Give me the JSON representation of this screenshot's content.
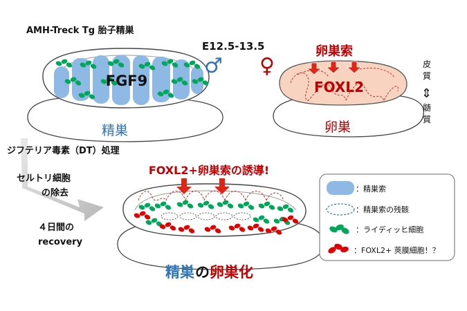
{
  "top_left_title": "AMH-Treck Tg 胎子精巣",
  "stage_label": "E12.5-13.5",
  "male_symbol": "♂",
  "female_symbol": "♀",
  "testis_center_label": "FGF9",
  "testis_label": "精巣",
  "ovary_cord_label": "卵巣索",
  "ovary_center_label": "FOXL2",
  "ovary_label": "卵巣",
  "cortex_label": "皮\n質",
  "updown_arrow": "⇕",
  "medulla_label": "髄\n質",
  "dt_treatment": "ジフテリア毒素（DT）処理",
  "sertoli_removal_line1": "セルトリ細胞",
  "sertoli_removal_line2": "の除去",
  "recovery_line1": "４日間の",
  "recovery_line2": "recovery",
  "induction_title": "FOXL2+卵巣索の誘導!",
  "bottom_title": {
    "part1": "精巣",
    "part2": "の",
    "part3": "卵巣化"
  },
  "legend": {
    "items": [
      {
        "label": "：精巣索"
      },
      {
        "label": "：精巣索の残骸"
      },
      {
        "label": "：ライディッヒ細胞"
      },
      {
        "label": "：FOXL2+ 莢膜細胞！？"
      }
    ]
  },
  "colors": {
    "testis_cord_blue": "#8db9e4",
    "blue_text": "#2e75b6",
    "red_text": "#c00000",
    "leydig_green": "#00a65a",
    "theca_red": "#e10000",
    "ovary_fill": "#f7d3c0"
  }
}
